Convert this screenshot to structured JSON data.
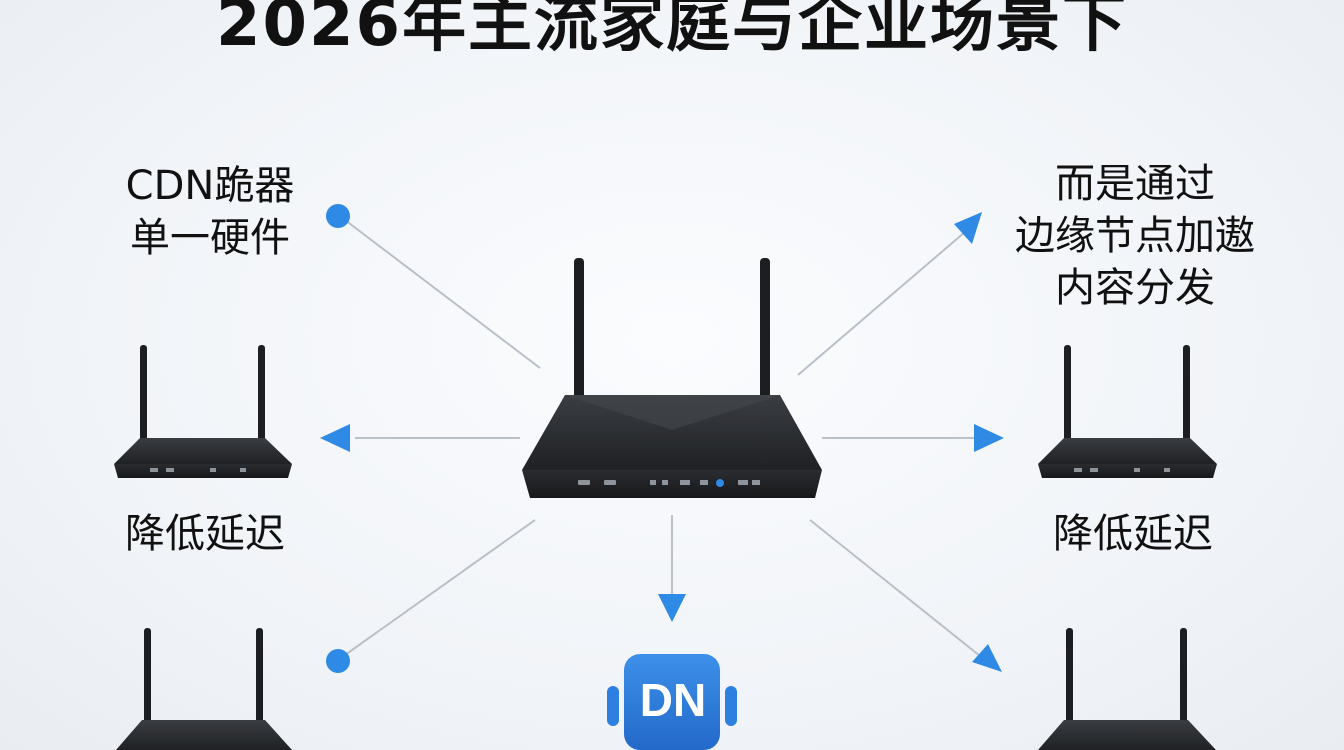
{
  "title": "2026年主流家庭与企业场景下",
  "labels": {
    "top_left": [
      "CDN跪器",
      "单一硬件"
    ],
    "top_right": [
      "而是通过",
      "边缘节点加遨",
      "内容分发"
    ],
    "mid_left": "降低延迟",
    "mid_right": "降低延迟"
  },
  "badge": {
    "text": "DN",
    "color": "#2d7fe0"
  },
  "colors": {
    "accent": "#2f8ae6",
    "line": "#b9c0c8",
    "router": "#2a2c30"
  },
  "icons": [
    "router-icon",
    "dot-marker",
    "arrow-marker",
    "cdn-badge-icon"
  ]
}
